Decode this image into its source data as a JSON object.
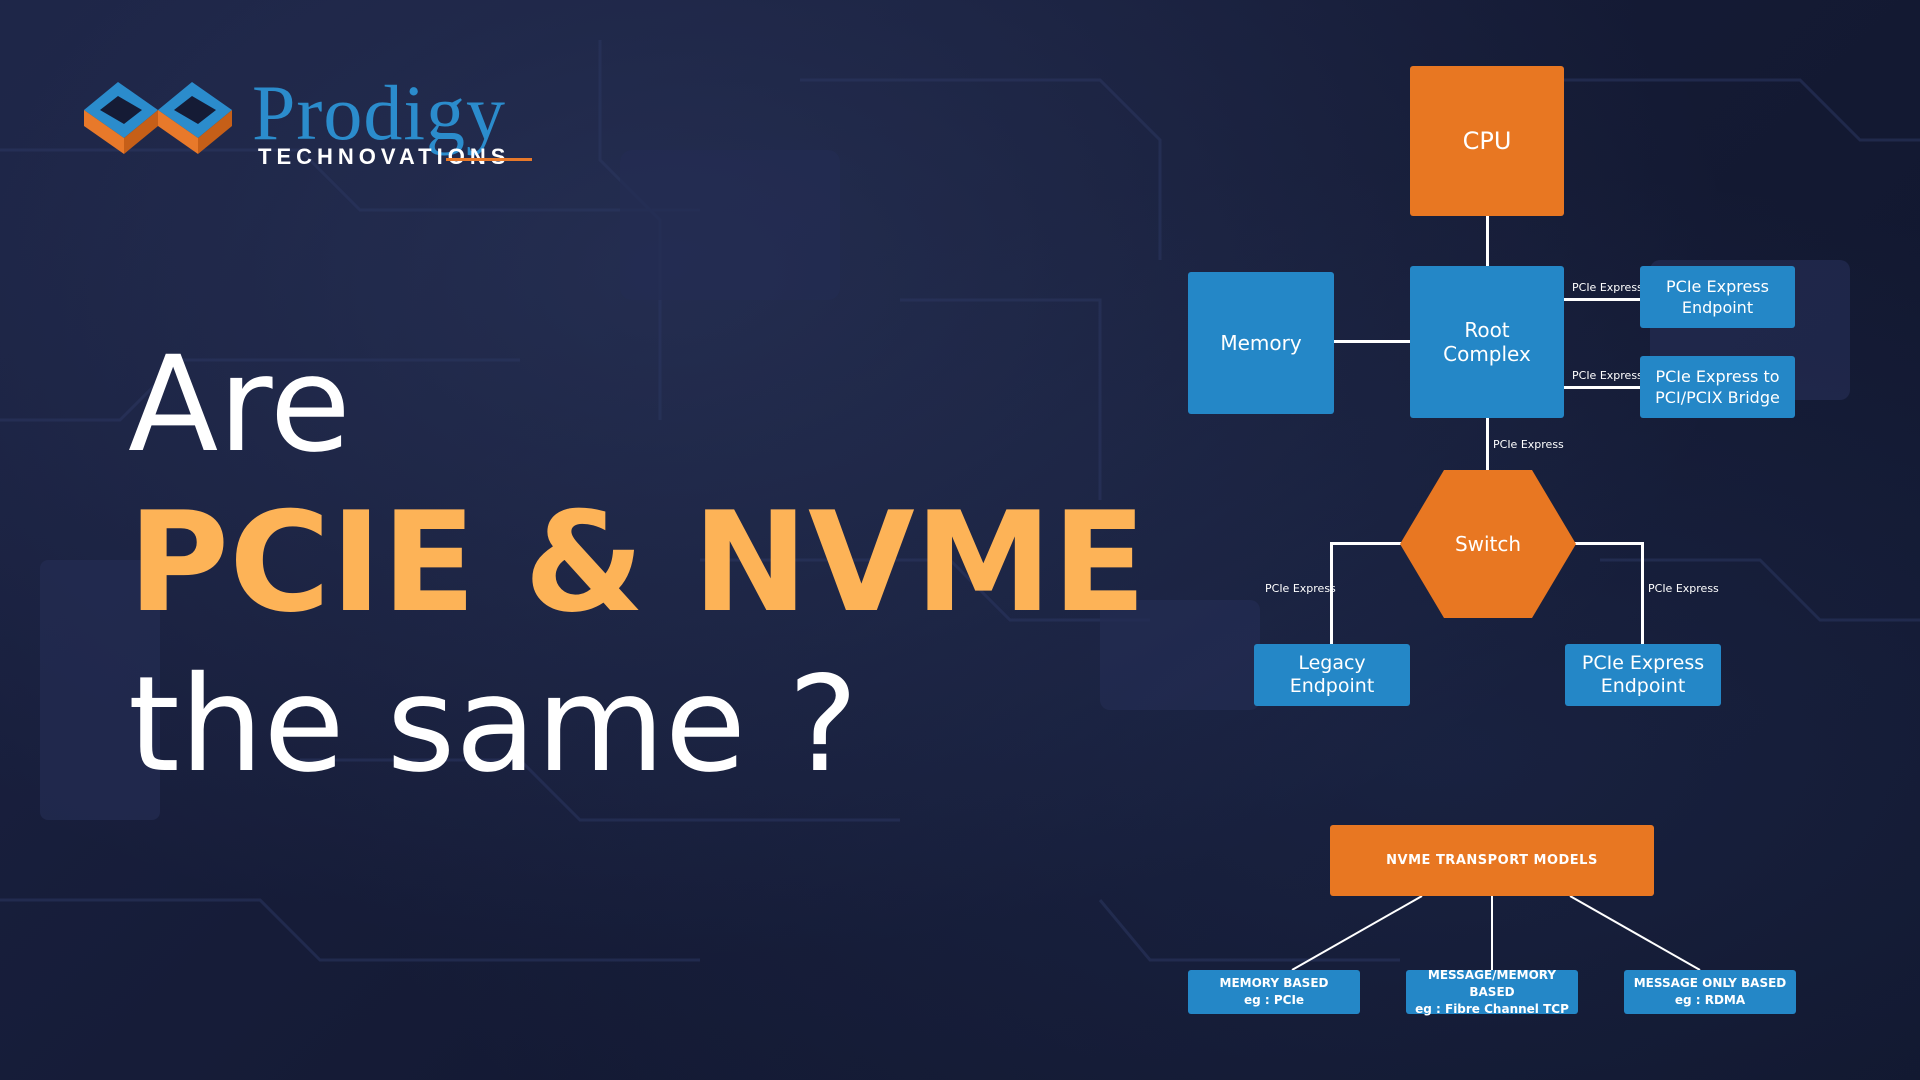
{
  "brand": {
    "name": "Prodigy",
    "tagline": "TECHNOVATIONS",
    "colors": {
      "blue": "#2b8ccc",
      "orange": "#e8792a"
    },
    "logo_icon": "interlocking-chain-icon"
  },
  "headline": {
    "line1": "Are",
    "line2": "PCIE & NVME",
    "line3": "the same ?",
    "colors": {
      "white": "#ffffff",
      "accent": "#fdb357"
    }
  },
  "pcie_diagram": {
    "nodes": {
      "cpu": "CPU",
      "memory": "Memory",
      "root_complex": "Root\nComplex",
      "endpoint_top": "PCIe Express\nEndpoint",
      "bridge": "PCIe Express to\nPCI/PCIX Bridge",
      "switch": "Switch",
      "legacy_endpoint": "Legacy\nEndpoint",
      "endpoint_bottom": "PCIe Express\nEndpoint"
    },
    "edge_labels": {
      "root_to_endpoint": "PCIe Express",
      "root_to_bridge": "PCIe Express",
      "root_to_switch": "PCIe Express",
      "switch_to_legacy": "PCIe Express",
      "switch_to_endpoint": "PCIe Express"
    },
    "colors": {
      "orange": "#e87722",
      "blue": "#2487c7"
    }
  },
  "nvme_diagram": {
    "title": "NVME TRANSPORT MODELS",
    "models": [
      {
        "name": "MEMORY BASED",
        "example": "eg : PCIe"
      },
      {
        "name": "MESSAGE/MEMORY BASED",
        "example": "eg : Fibre Channel TCP"
      },
      {
        "name": "MESSAGE ONLY BASED",
        "example": "eg : RDMA"
      }
    ]
  }
}
